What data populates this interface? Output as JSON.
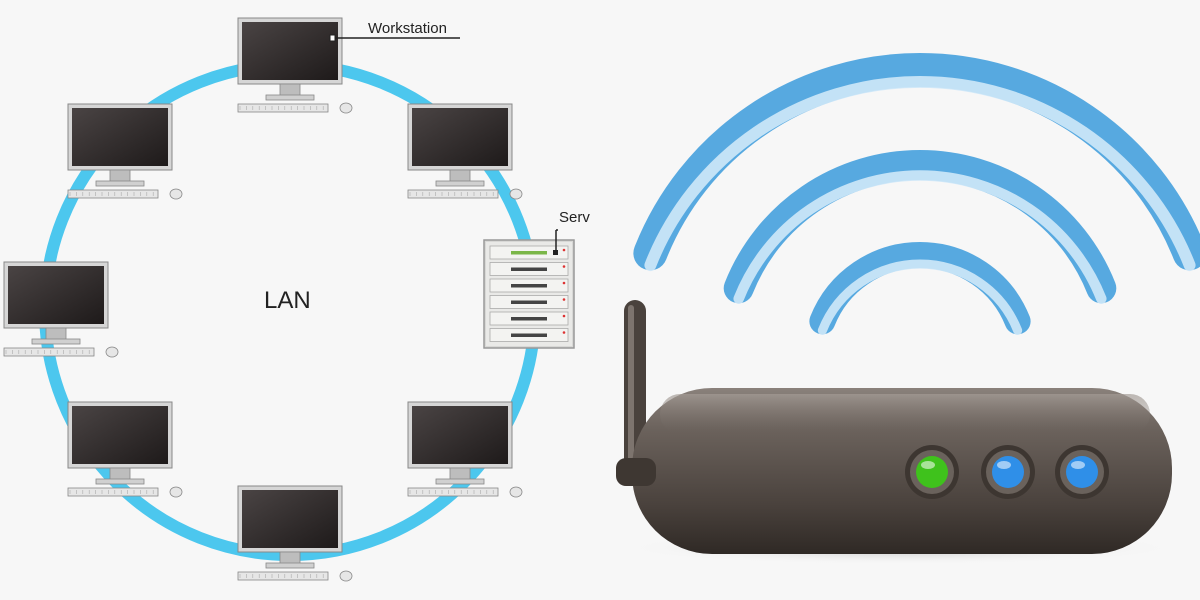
{
  "diagram": {
    "center_label": "LAN",
    "workstation_label": "Workstation",
    "server_label": "Serv"
  },
  "workstations": [
    {
      "id": "top"
    },
    {
      "id": "upper-left"
    },
    {
      "id": "upper-right"
    },
    {
      "id": "middle-left"
    },
    {
      "id": "lower-left"
    },
    {
      "id": "lower-right"
    },
    {
      "id": "bottom"
    }
  ],
  "server": {
    "drive_count": 6,
    "active_drive_color": "#7ab648"
  },
  "router": {
    "leds": [
      {
        "name": "led-green",
        "color": "#3fc21c"
      },
      {
        "name": "led-blue-1",
        "color": "#2f8fe8"
      },
      {
        "name": "led-blue-2",
        "color": "#2f8fe8"
      }
    ]
  },
  "colors": {
    "ring": "#4cc7ee",
    "monitor_screen": "#2a2626",
    "router_body": "#5d544e",
    "wifi_wave": "#3b9bdc"
  },
  "wifi": {
    "wave_count": 3
  }
}
